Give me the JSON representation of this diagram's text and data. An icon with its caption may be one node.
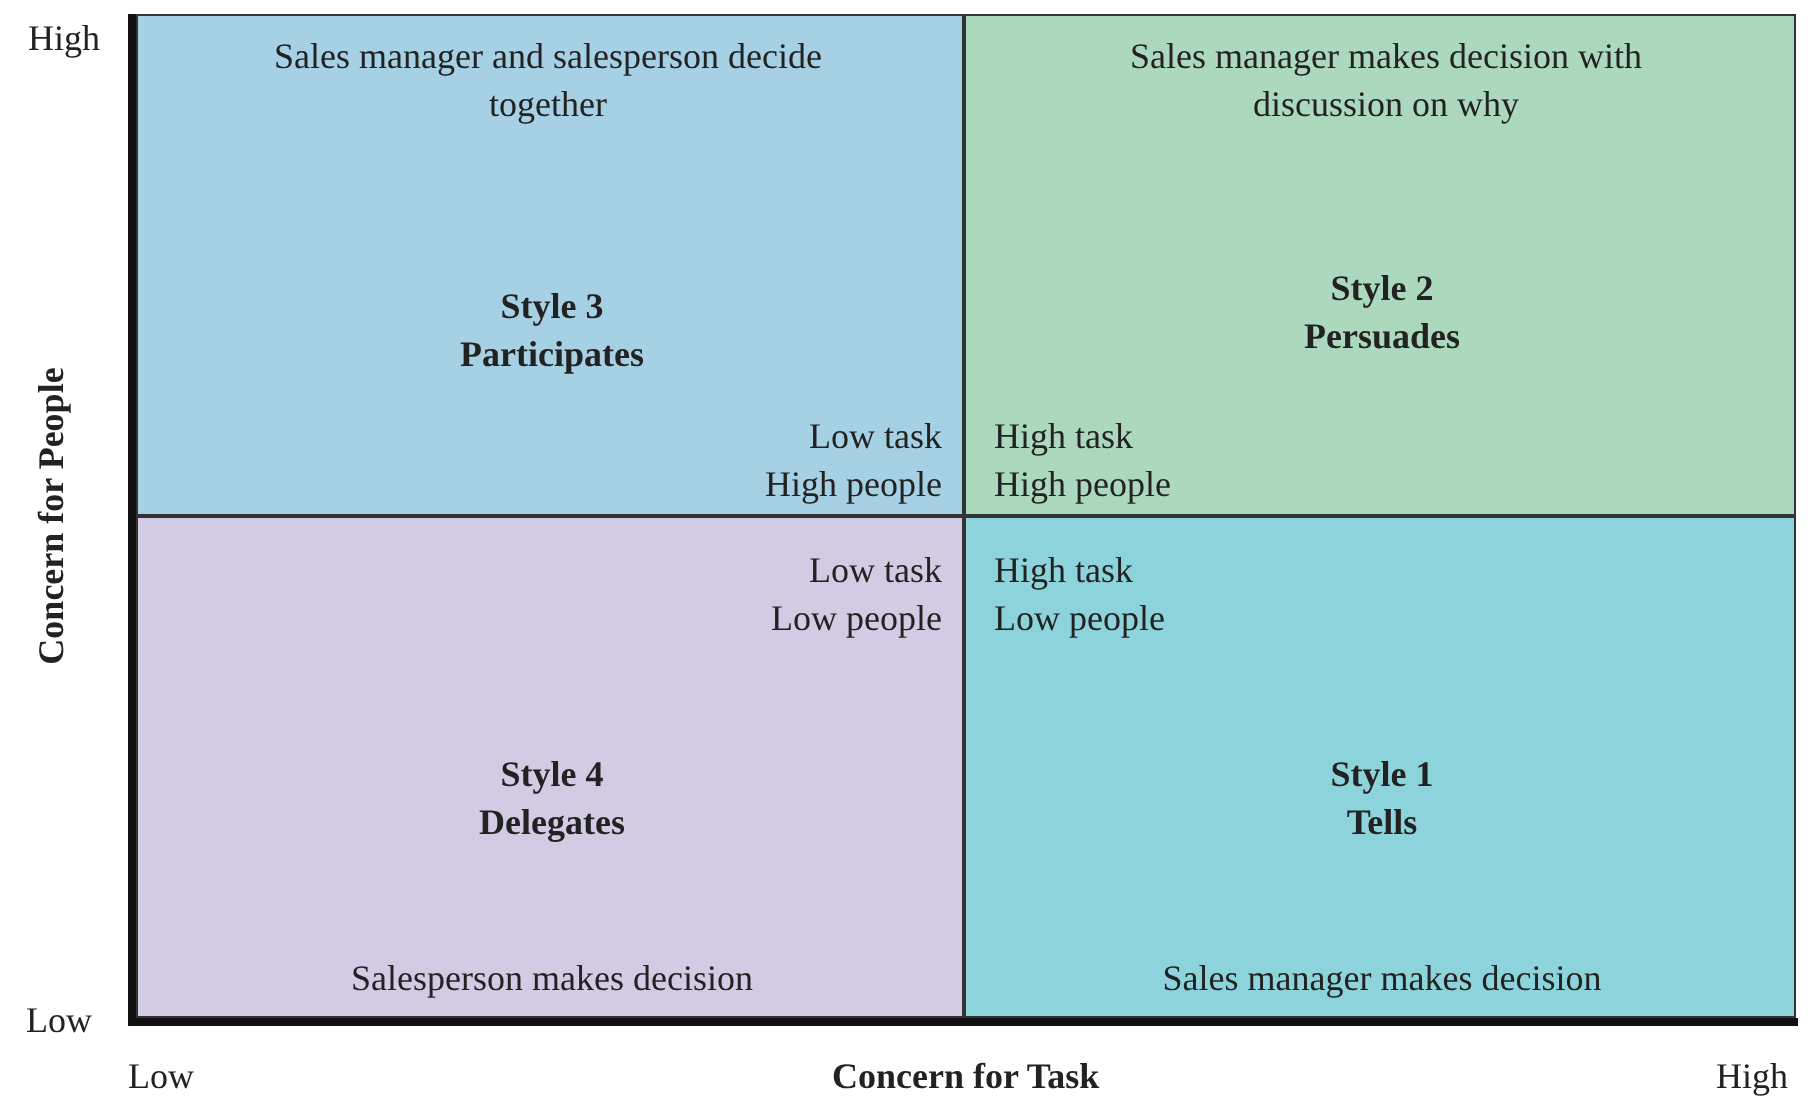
{
  "diagram": {
    "nodes": [
      {
        "text": [
          "Sales manager and salesperson decide together",
          "Style 3",
          "Participates",
          "Low task",
          "High people"
        ]
      },
      {
        "text": [
          "Sales manager makes decision with discussion on why",
          "Style 2",
          "Persuades",
          "High task",
          "High people"
        ]
      },
      {
        "text": [
          "Low task",
          "Low people",
          "Style 4",
          "Delegates",
          "Salesperson makes decision"
        ]
      },
      {
        "text": [
          "High task",
          "Low people",
          "Style 1",
          "Tells",
          "Sales manager makes decision"
        ]
      }
    ],
    "labels": [
      "High",
      "Concern for People",
      "Low",
      "Low",
      "Concern for Task",
      "High"
    ]
  }
}
